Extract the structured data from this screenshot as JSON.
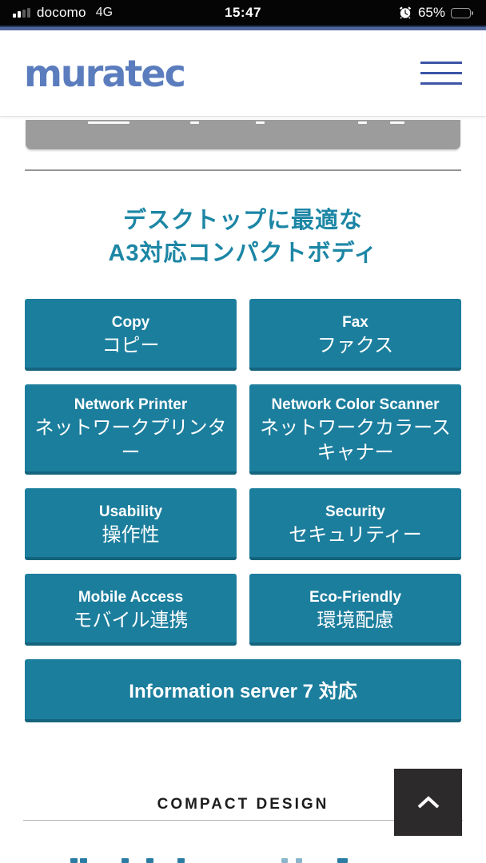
{
  "status_bar": {
    "carrier": "docomo",
    "network": "4G",
    "time": "15:47",
    "battery_percent": "65%",
    "battery_level": 65
  },
  "header": {
    "logo": "muratec"
  },
  "hero": {
    "heading_line1": "デスクトップに最適な",
    "heading_line2": "A3対応コンパクトボディ"
  },
  "feature_buttons": [
    {
      "en": "Copy",
      "ja": "コピー"
    },
    {
      "en": "Fax",
      "ja": "ファクス"
    },
    {
      "en": "Network Printer",
      "ja": "ネットワークプリンター"
    },
    {
      "en": "Network Color Scanner",
      "ja": "ネットワークカラースキャナー"
    },
    {
      "en": "Usability",
      "ja": "操作性"
    },
    {
      "en": "Security",
      "ja": "セキュリティー"
    },
    {
      "en": "Mobile Access",
      "ja": "モバイル連携"
    },
    {
      "en": "Eco-Friendly",
      "ja": "環境配慮"
    }
  ],
  "info_server_button": {
    "label": "Information server 7 対応"
  },
  "section": {
    "title": "COMPACT DESIGN"
  },
  "colors": {
    "button_teal": "#1c7e9d",
    "button_teal_shade": "#15647d",
    "heading_teal": "#1c86a5",
    "logo_blue": "#5b7dbe",
    "menu_blue": "#3c55a7",
    "gray_button": "#9c9c9c",
    "scroll_top_dark": "#2d2a2b",
    "status_bar_bg": "#050505",
    "tint_strip_blue": "#52689b"
  }
}
